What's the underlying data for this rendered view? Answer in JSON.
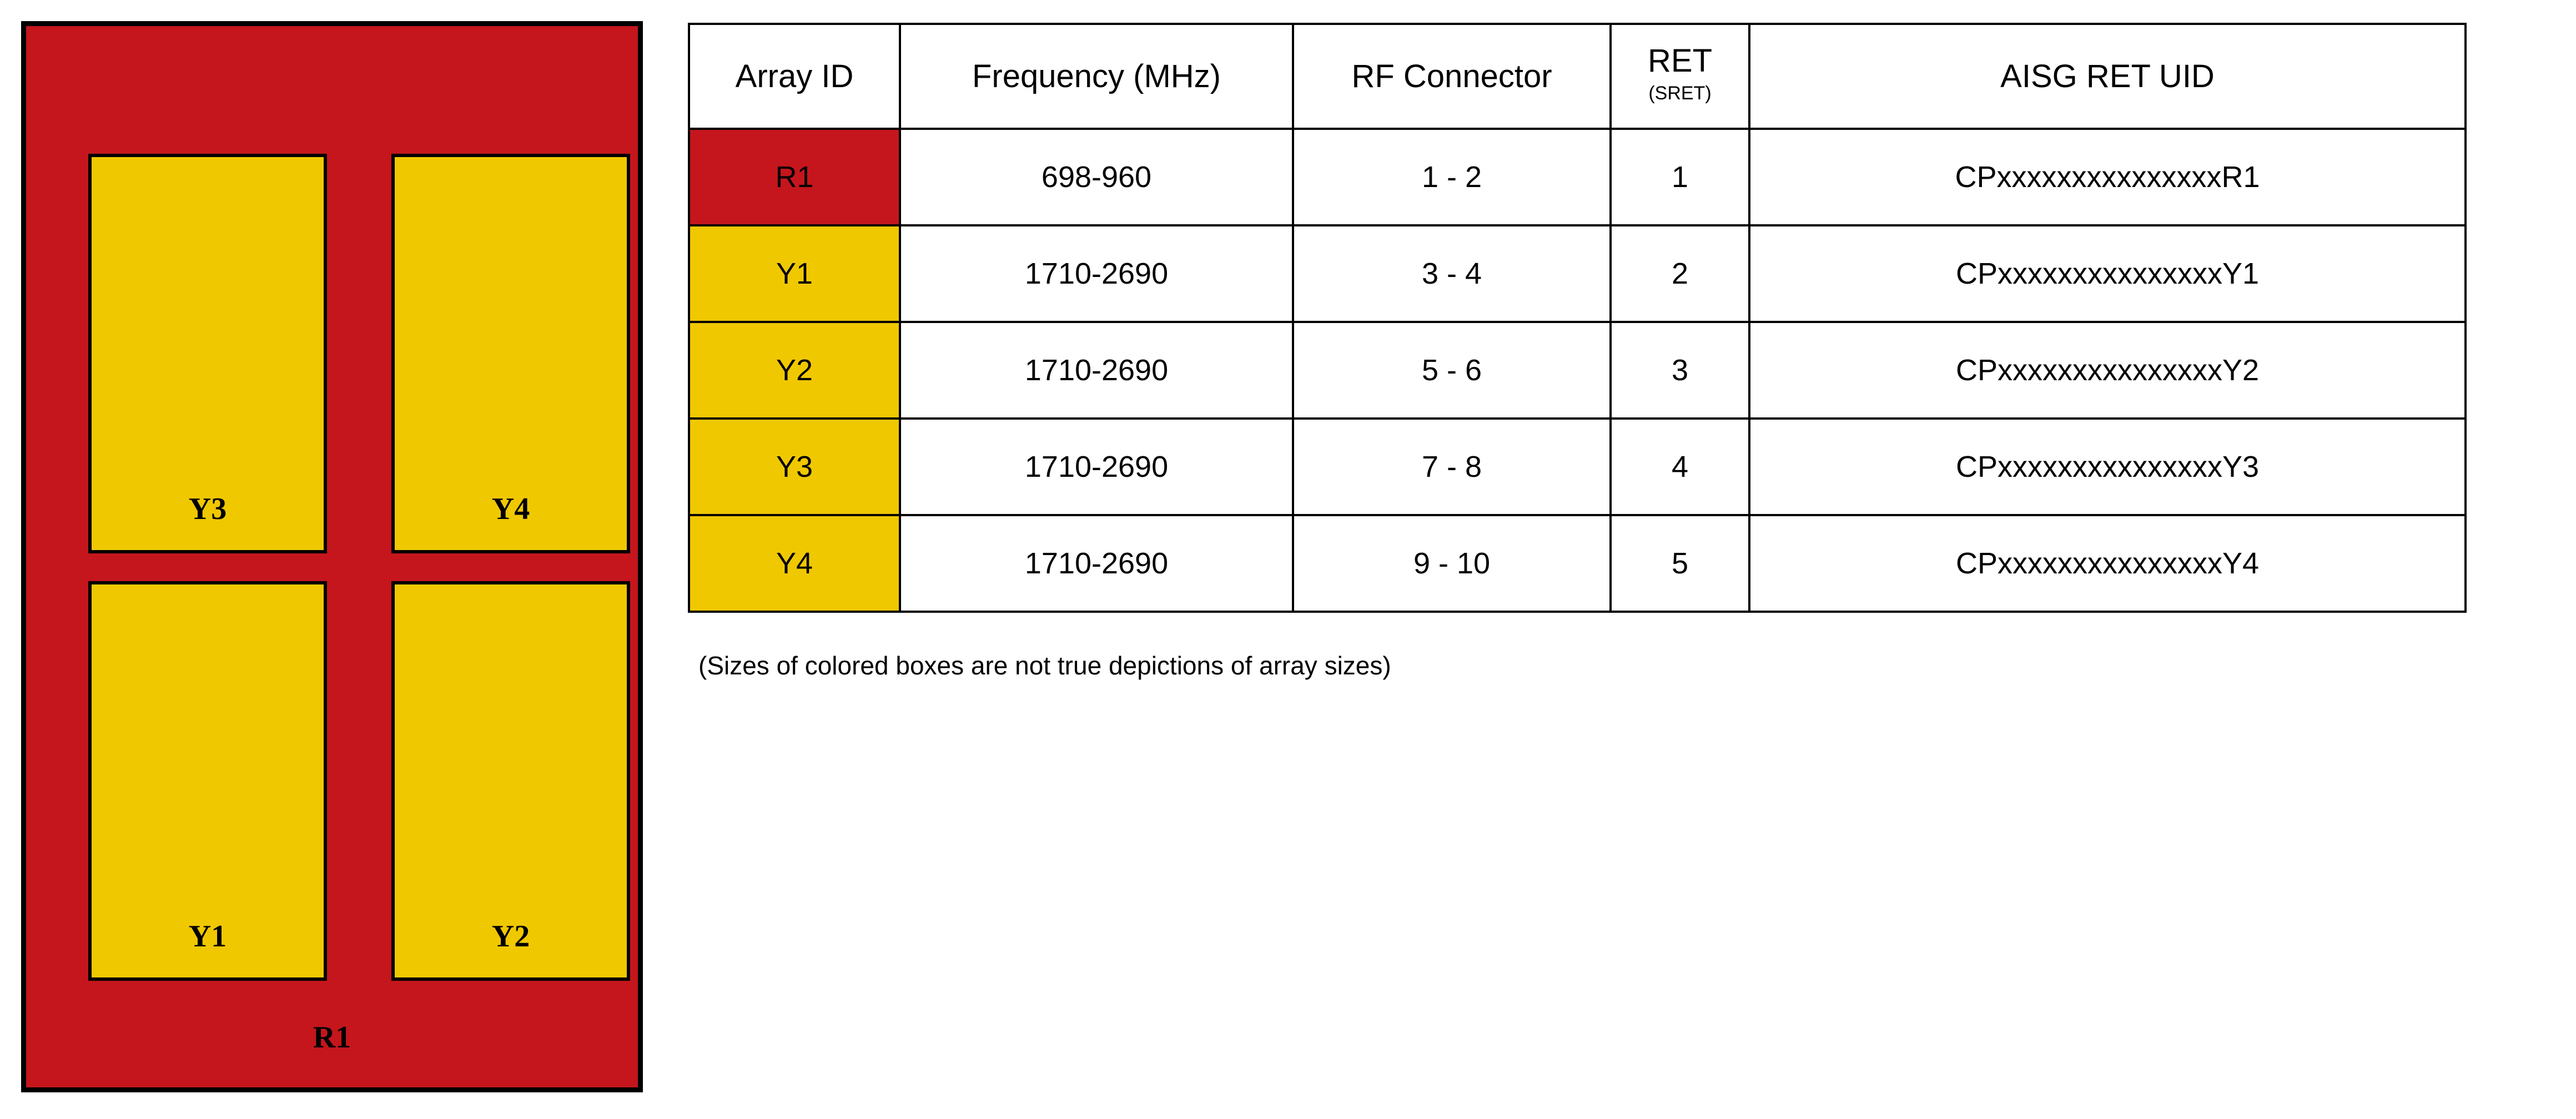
{
  "colors": {
    "red": "#c4161c",
    "yellow": "#f0c800",
    "outline": "#000000",
    "background": "#ffffff"
  },
  "diagram": {
    "name": "antenna-array-layout",
    "radome_label": "R1",
    "arrays": [
      {
        "id": "Y3",
        "label": "Y3",
        "color_key": "yellow",
        "position": "top-left"
      },
      {
        "id": "Y4",
        "label": "Y4",
        "color_key": "yellow",
        "position": "top-right"
      },
      {
        "id": "Y1",
        "label": "Y1",
        "color_key": "yellow",
        "position": "bottom-left"
      },
      {
        "id": "Y2",
        "label": "Y2",
        "color_key": "yellow",
        "position": "bottom-right"
      }
    ]
  },
  "table": {
    "headers": {
      "array_id": "Array ID",
      "frequency": "Frequency (MHz)",
      "rf_connector": "RF Connector",
      "ret_main": "RET",
      "ret_sub": "(SRET)",
      "aisg_ret_uid": "AISG RET UID"
    },
    "rows": [
      {
        "array_id": "R1",
        "id_color_key": "red",
        "frequency": "698-960",
        "rf_connector": "1 - 2",
        "ret": "1",
        "aisg_ret_uid": "CPxxxxxxxxxxxxxxxR1"
      },
      {
        "array_id": "Y1",
        "id_color_key": "yellow",
        "frequency": "1710-2690",
        "rf_connector": "3 - 4",
        "ret": "2",
        "aisg_ret_uid": "CPxxxxxxxxxxxxxxxY1"
      },
      {
        "array_id": "Y2",
        "id_color_key": "yellow",
        "frequency": "1710-2690",
        "rf_connector": "5 - 6",
        "ret": "3",
        "aisg_ret_uid": "CPxxxxxxxxxxxxxxxY2"
      },
      {
        "array_id": "Y3",
        "id_color_key": "yellow",
        "frequency": "1710-2690",
        "rf_connector": "7 - 8",
        "ret": "4",
        "aisg_ret_uid": "CPxxxxxxxxxxxxxxxY3"
      },
      {
        "array_id": "Y4",
        "id_color_key": "yellow",
        "frequency": "1710-2690",
        "rf_connector": "9 - 10",
        "ret": "5",
        "aisg_ret_uid": "CPxxxxxxxxxxxxxxxY4"
      }
    ]
  },
  "caption": "(Sizes of colored boxes are not true depictions of array sizes)"
}
